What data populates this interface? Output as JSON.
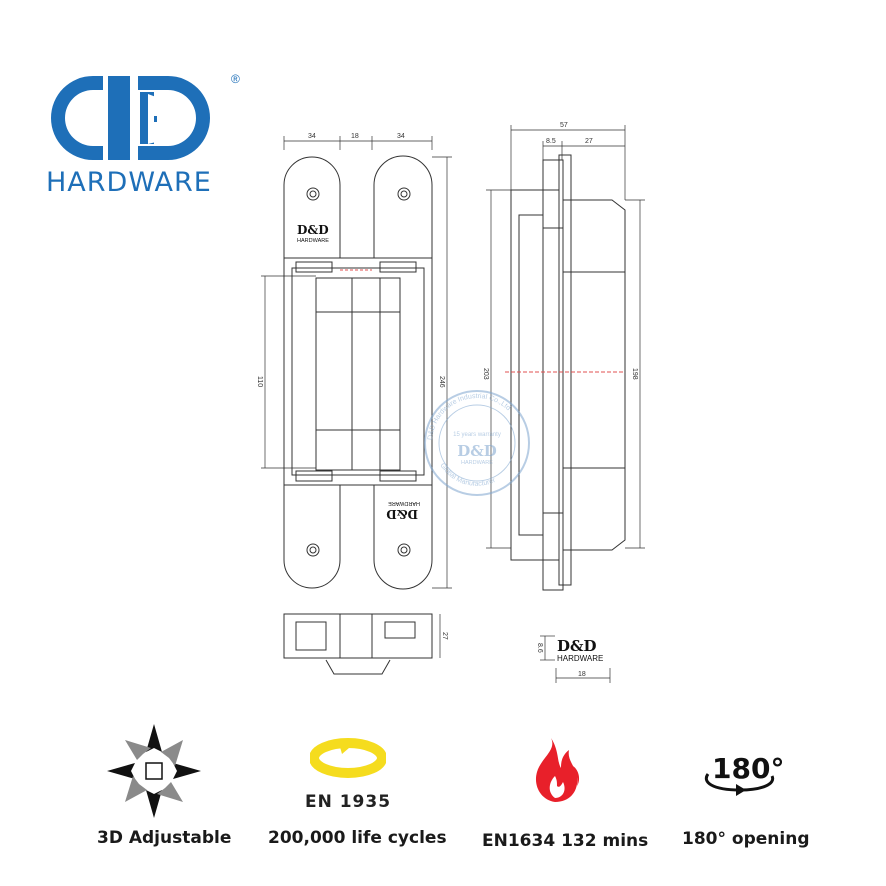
{
  "logo": {
    "wordmark": "HARDWARE",
    "registered_mark": "®",
    "brand_color": "#1e6fb8"
  },
  "drawing": {
    "front_view_dimensions": {
      "leaf_width_left": "34",
      "gap": "18",
      "leaf_width_right": "34",
      "body_height": "110",
      "total_height": "246"
    },
    "side_view_dimensions": {
      "total_depth": "57",
      "flange_depth": "8.5",
      "body_depth": "27",
      "height_left": "203",
      "height_right": "198"
    },
    "bottom_view_dimensions": {
      "depth": "27"
    },
    "logo_detail_dimensions": {
      "height": "8.6",
      "width": "18"
    },
    "engraving": {
      "brand": "D&D",
      "subtitle": "HARDWARE"
    },
    "watermark": {
      "ring_text": "D&D Hardware Industrial Co.,Ltd",
      "warranty": "15 years warranty",
      "brand": "D&D",
      "subtitle": "HARDWARE",
      "bottom_text": "Global Manufacturer",
      "color": "#7fa6cf"
    },
    "line_color": "#333333",
    "centerline_color": "#e05050"
  },
  "features": [
    {
      "icon": "3d-arrows-icon",
      "label": "3D Adjustable"
    },
    {
      "icon": "rotate-cycle-icon",
      "badge": "EN 1935",
      "label": "200,000 life cycles"
    },
    {
      "icon": "fire-icon",
      "label": "EN1634 132 mins"
    },
    {
      "icon": "rotate-180-icon",
      "badge": "180°",
      "label": "180° opening"
    }
  ],
  "colors": {
    "cycle_yellow": "#f5dc1e",
    "fire_red": "#e8202a"
  }
}
